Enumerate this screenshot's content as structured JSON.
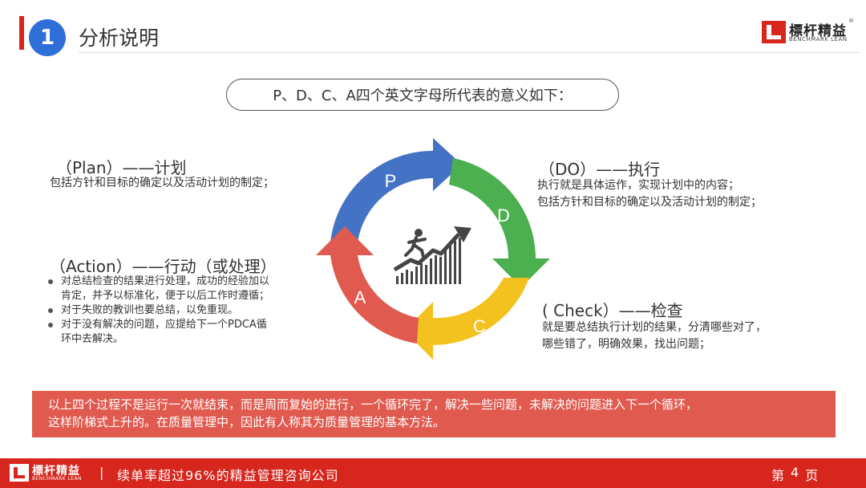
{
  "header": {
    "number": "1",
    "title": "分析说明"
  },
  "logo": {
    "name": "標杆精益",
    "sub": "BENCHMARK LEAN",
    "reg": "®"
  },
  "intro": "P、D、C、A四个英文字母所代表的意义如下：",
  "cycle": {
    "segments": [
      {
        "letter": "P",
        "color": "#4472c4"
      },
      {
        "letter": "D",
        "color": "#4caf50"
      },
      {
        "letter": "C",
        "color": "#f4c21f"
      },
      {
        "letter": "A",
        "color": "#e05a4f"
      }
    ]
  },
  "plan": {
    "title": "（Plan）——计划",
    "lines": [
      "包括方针和目标的确定以及活动计划的制定；"
    ]
  },
  "do": {
    "title": "（DO）——执行",
    "lines": [
      "执行就是具体运作，实现计划中的内容；",
      "包括方针和目标的确定以及活动计划的制定；"
    ]
  },
  "action": {
    "title": "（Action）——行动（或处理）",
    "bullets": [
      {
        "l1": "对总结检查的结果进行处理，成功的经验加以",
        "l2": "肯定，并予以标准化，便于以后工作时遵循；"
      },
      {
        "l1": "对于失败的教训也要总结，以免重现。",
        "l2": ""
      },
      {
        "l1": "对于没有解决的问题，应提给下一个PDCA循",
        "l2": "环中去解决。"
      }
    ]
  },
  "check": {
    "title": "( Check）——检查",
    "lines": [
      "就是要总结执行计划的结果，分清哪些对了，",
      "哪些错了，明确效果，找出问题；"
    ]
  },
  "summary": {
    "line1": "以上四个过程不是运行一次就结束，而是周而复始的进行，一个循环完了，解决一些问题，未解决的问题进入下一个循环，",
    "line2": "这样阶梯式上升的。在质量管理中，因此有人称其为质量管理的基本方法。"
  },
  "footer": {
    "separator": "|",
    "slogan": "续单率超过96%的精益管理咨询公司",
    "page_prefix": "第",
    "page_number": "4",
    "page_suffix": "页"
  }
}
